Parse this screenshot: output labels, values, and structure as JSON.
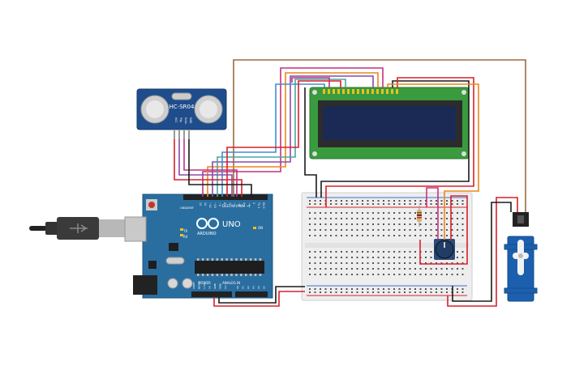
{
  "sensor": {
    "label": "HC-SR04",
    "pins": [
      "VCC",
      "Trig",
      "Echo",
      "GND"
    ]
  },
  "arduino": {
    "brand": "ARDUINO",
    "model": "UNO",
    "digital_label": "DIGITAL (PWM ~)",
    "analog_label": "ANALOG IN",
    "power_label": "POWER",
    "aref": "AREF",
    "gnd": "GND",
    "tx": "TX",
    "rx": "RX",
    "on": "ON",
    "digital_pins": [
      "13",
      "12",
      "~11",
      "~10",
      "~9",
      "8",
      "7",
      "~6",
      "~5",
      "4",
      "~3",
      "2",
      "TX 1",
      "RX 0"
    ],
    "power_pins": [
      "IOREF",
      "RESET",
      "3.3V",
      "5V",
      "GND",
      "GND",
      "Vin"
    ],
    "analog_pins": [
      "A0",
      "A1",
      "A2",
      "A3",
      "A4",
      "A5"
    ]
  },
  "colors": {
    "arduino_board": "#2a6ea0",
    "breadboard": "#eeeeee",
    "lcd_pcb": "#3a9a3e",
    "lcd_screen": "#1b2a55",
    "sensor_pcb": "#1f4d8c",
    "servo": "#1c5fae",
    "wire_red": "#d9202a",
    "wire_black": "#1a1a1a",
    "wire_brown": "#9b6a3c",
    "wire_orange": "#e8891c",
    "wire_magenta": "#c4327e",
    "wire_purple": "#8a4aa8",
    "wire_blue": "#3f8fd0",
    "wire_teal": "#4aa6a0"
  }
}
